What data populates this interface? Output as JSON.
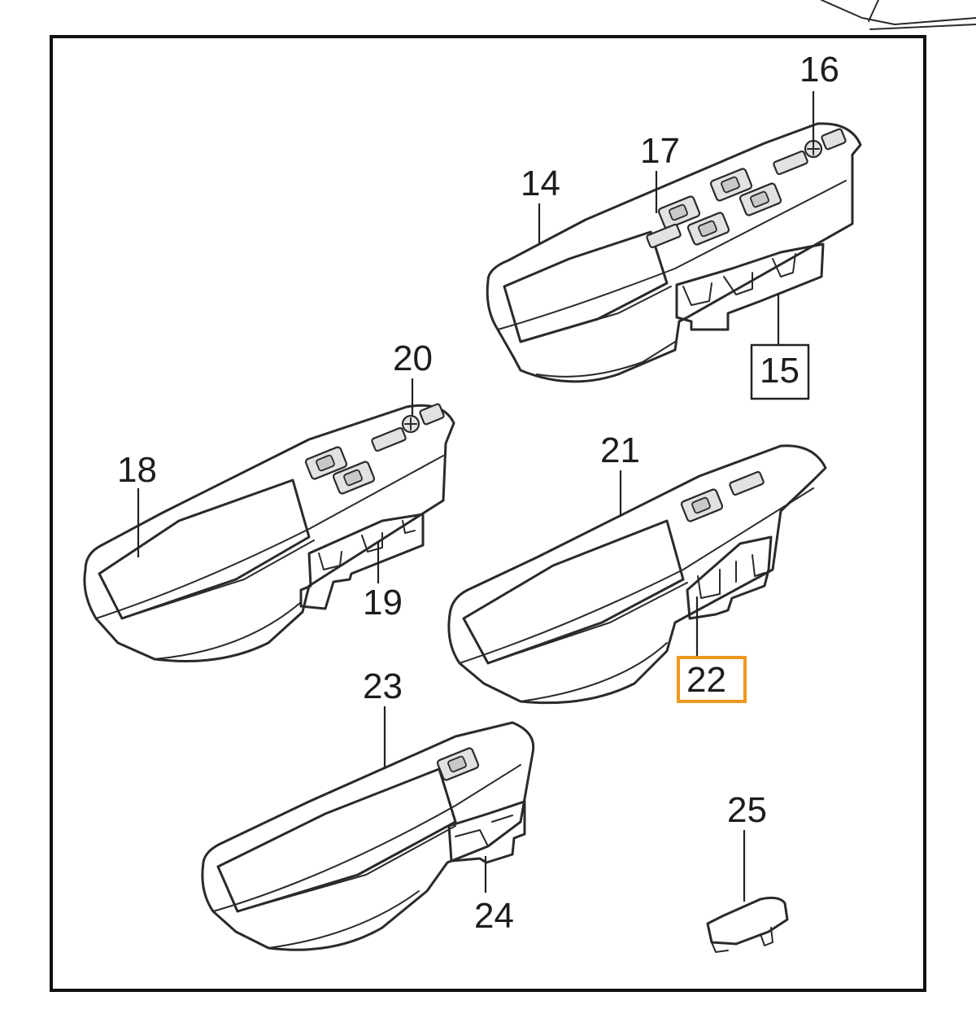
{
  "diagram": {
    "callouts": {
      "c14": "14",
      "c15": "15",
      "c16": "16",
      "c17": "17",
      "c18": "18",
      "c19": "19",
      "c20": "20",
      "c21": "21",
      "c22": "22",
      "c23": "23",
      "c24": "24",
      "c25": "25"
    },
    "boxed_callouts": [
      "15",
      "22"
    ],
    "highlighted_callout": "22",
    "highlight_color": "#f0961e"
  }
}
